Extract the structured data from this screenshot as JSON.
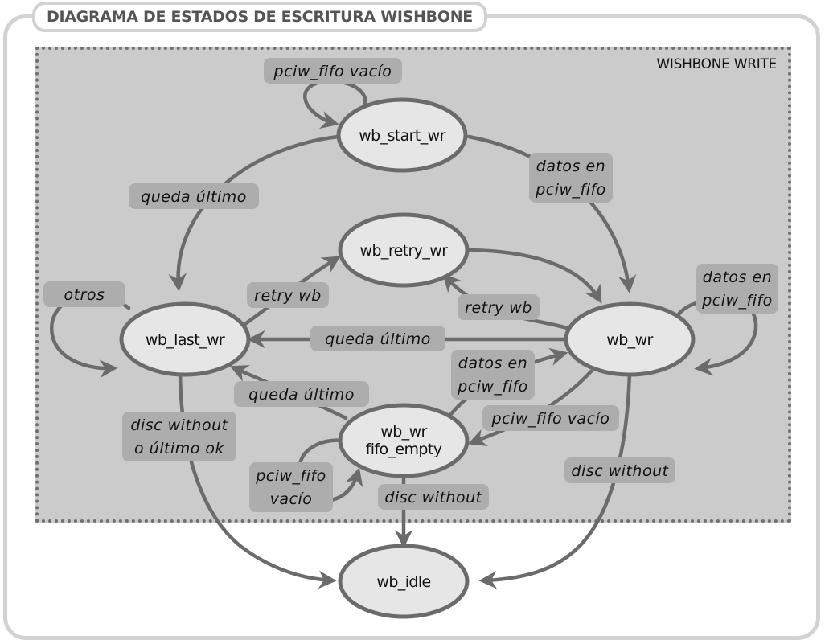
{
  "title": "DIAGRAMA DE ESTADOS DE ESCRITURA WISHBONE",
  "region_label": "WISHBONE WRITE",
  "colors": {
    "region_fill": "#cbcbcb",
    "region_border": "#707070",
    "state_fill": "#e6e6e6",
    "edge_stroke": "#6b6b6b",
    "label_fill": "#adadad",
    "frame_border": "#d2d2d2"
  },
  "states": {
    "wb_start_wr": {
      "lines": [
        "wb_start_wr"
      ]
    },
    "wb_retry_wr": {
      "lines": [
        "wb_retry_wr"
      ]
    },
    "wb_last_wr": {
      "lines": [
        "wb_last_wr"
      ]
    },
    "wb_wr": {
      "lines": [
        "wb_wr"
      ]
    },
    "wb_wr_fifo_empty": {
      "lines": [
        "wb_wr",
        "fifo_empty"
      ]
    },
    "wb_idle": {
      "lines": [
        "wb_idle"
      ]
    }
  },
  "transitions": [
    {
      "id": "t1",
      "from": "wb_start_wr",
      "to": "wb_start_wr",
      "label": [
        "pciw_fifo vacío"
      ]
    },
    {
      "id": "t2",
      "from": "wb_start_wr",
      "to": "wb_wr",
      "label": [
        "datos en",
        "pciw_fifo"
      ]
    },
    {
      "id": "t3",
      "from": "wb_start_wr",
      "to": "wb_last_wr",
      "label": [
        "queda último"
      ]
    },
    {
      "id": "t4",
      "from": "wb_retry_wr",
      "to": "wb_wr",
      "label": []
    },
    {
      "id": "t5",
      "from": "wb_last_wr",
      "to": "wb_retry_wr",
      "label": [
        "retry wb"
      ]
    },
    {
      "id": "t6",
      "from": "wb_wr",
      "to": "wb_retry_wr",
      "label": [
        "retry wb"
      ]
    },
    {
      "id": "t7",
      "from": "wb_last_wr",
      "to": "wb_last_wr",
      "label": [
        "otros"
      ]
    },
    {
      "id": "t8",
      "from": "wb_wr",
      "to": "wb_last_wr",
      "label": [
        "queda último"
      ]
    },
    {
      "id": "t9",
      "from": "wb_wr",
      "to": "wb_wr",
      "label": [
        "datos en",
        "pciw_fifo"
      ]
    },
    {
      "id": "t10",
      "from": "wb_wr_fifo_empty",
      "to": "wb_wr",
      "label": [
        "datos en",
        "pciw_fifo"
      ]
    },
    {
      "id": "t11",
      "from": "wb_wr_fifo_empty",
      "to": "wb_last_wr",
      "label": [
        "queda último"
      ]
    },
    {
      "id": "t12",
      "from": "wb_wr",
      "to": "wb_wr_fifo_empty",
      "label": [
        "pciw_fifo vacío"
      ]
    },
    {
      "id": "t13",
      "from": "wb_wr_fifo_empty",
      "to": "wb_wr_fifo_empty",
      "label": [
        "pciw_fifo",
        "vacío"
      ]
    },
    {
      "id": "t14",
      "from": "wb_last_wr",
      "to": "wb_idle",
      "label": [
        "disc without",
        "o último ok"
      ]
    },
    {
      "id": "t15",
      "from": "wb_wr_fifo_empty",
      "to": "wb_idle",
      "label": [
        "disc without"
      ]
    },
    {
      "id": "t16",
      "from": "wb_wr",
      "to": "wb_idle",
      "label": [
        "disc without"
      ]
    }
  ]
}
